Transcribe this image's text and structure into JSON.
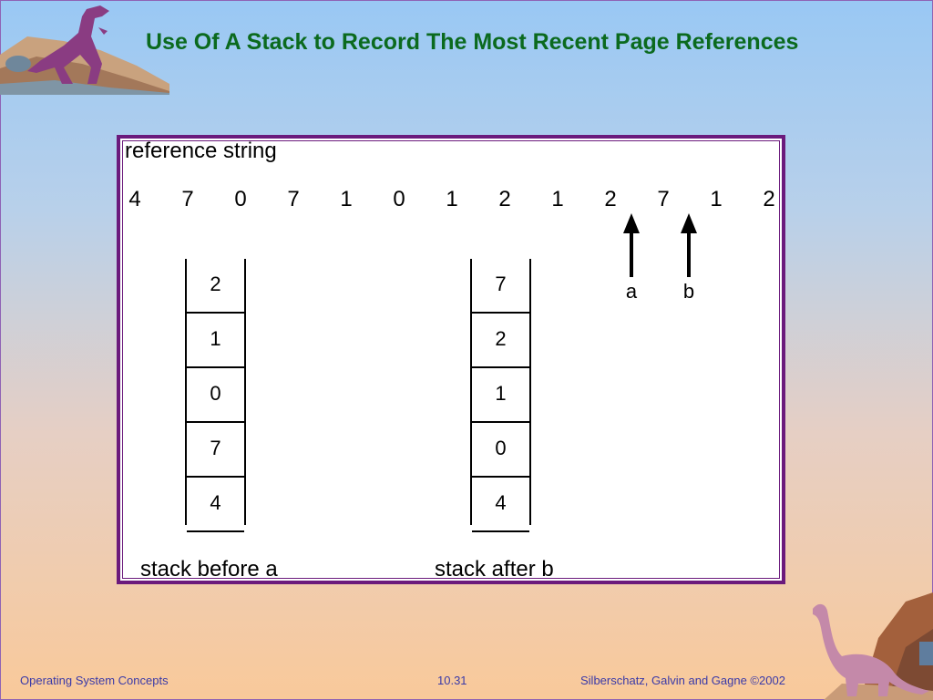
{
  "title": "Use Of A Stack to Record The Most Recent Page References",
  "diagram": {
    "reference_label": "reference string",
    "reference_string": [
      "4",
      "7",
      "0",
      "7",
      "1",
      "0",
      "1",
      "2",
      "1",
      "2",
      "7",
      "1",
      "2"
    ],
    "markers": [
      {
        "label": "a",
        "points_to_index": 9
      },
      {
        "label": "b",
        "points_to_index": 10
      }
    ],
    "stacks": [
      {
        "label": "stack before a",
        "cells": [
          "2",
          "1",
          "0",
          "7",
          "4"
        ]
      },
      {
        "label": "stack after b",
        "cells": [
          "7",
          "2",
          "1",
          "0",
          "4"
        ]
      }
    ]
  },
  "footer": {
    "left": "Operating System Concepts",
    "center": "10.31",
    "right": "Silberschatz, Galvin and  Gagne ©2002"
  },
  "colors": {
    "title": "#0b6a1e",
    "panel_border": "#6b1a7c",
    "footer_text": "#3a3aa8"
  },
  "icons": [
    "dinosaur-standing-icon",
    "dinosaur-longneck-icon"
  ]
}
